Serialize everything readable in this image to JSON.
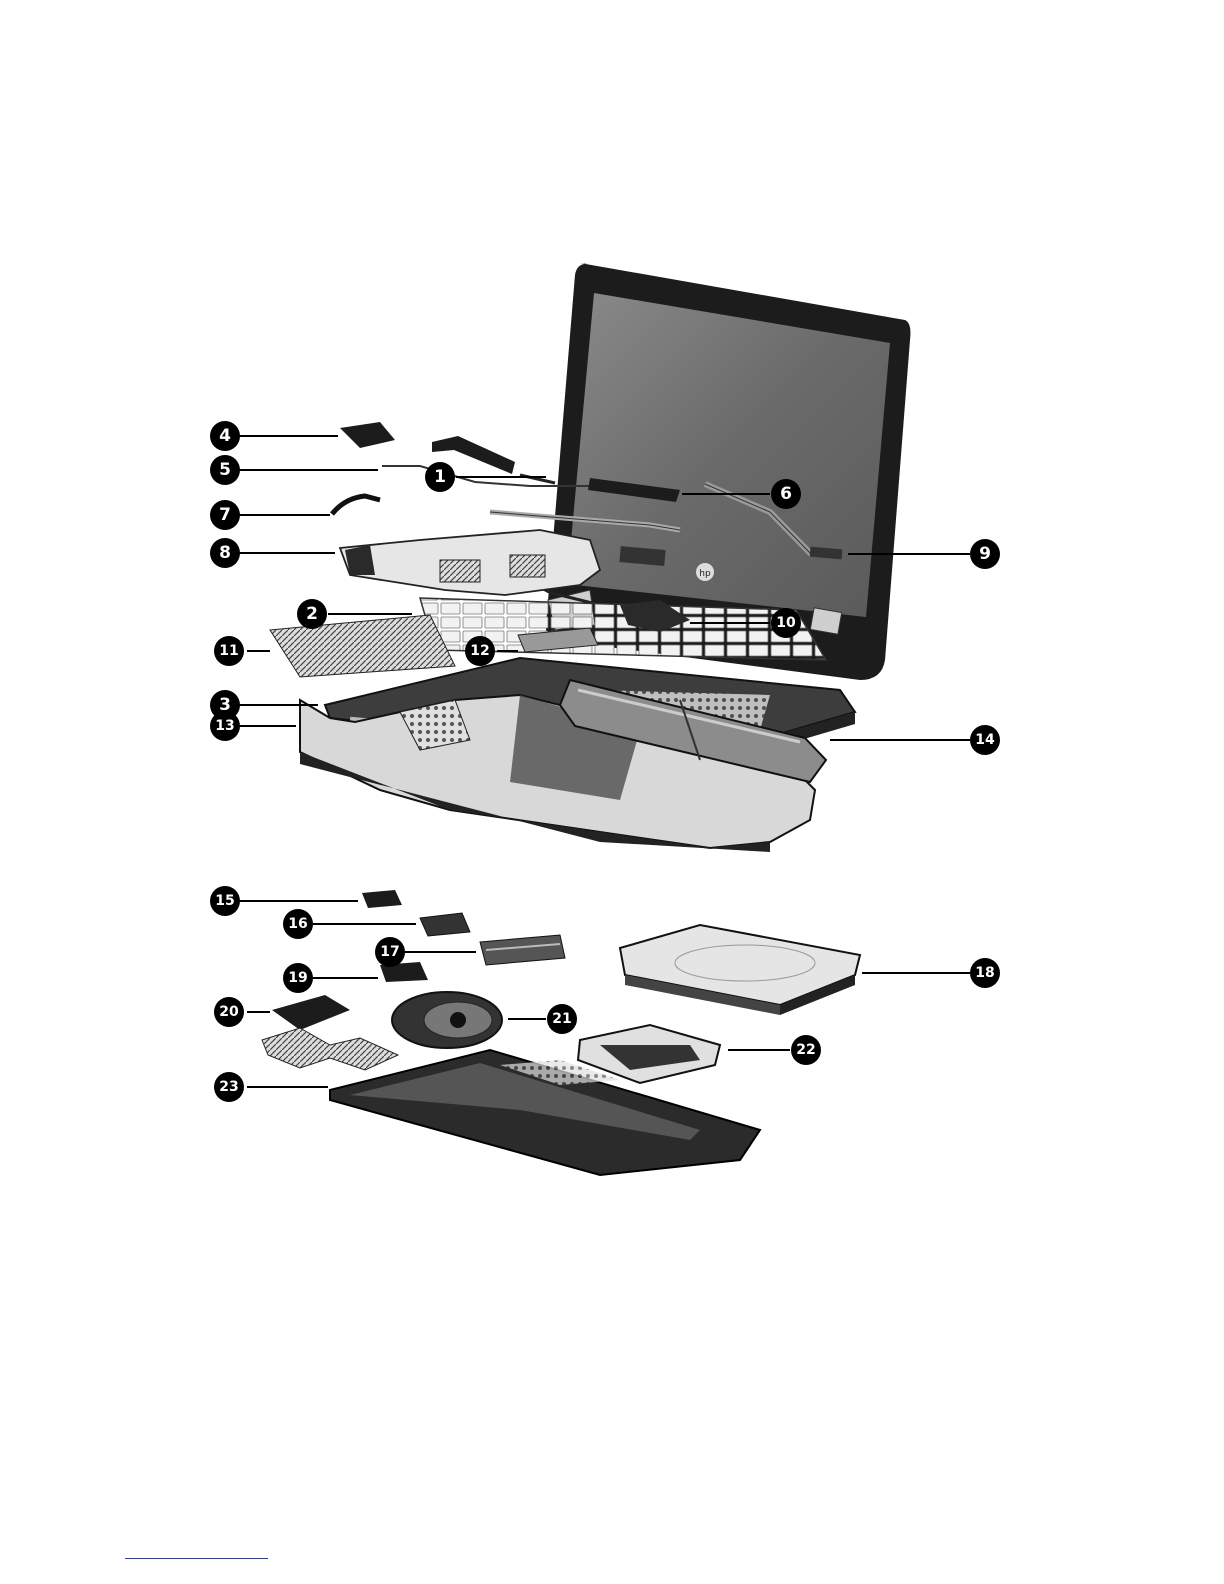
{
  "callouts": [
    {
      "number": "1"
    },
    {
      "number": "2"
    },
    {
      "number": "3"
    },
    {
      "number": "4"
    },
    {
      "number": "5"
    },
    {
      "number": "6"
    },
    {
      "number": "7"
    },
    {
      "number": "8"
    },
    {
      "number": "9"
    },
    {
      "number": "10"
    },
    {
      "number": "11"
    },
    {
      "number": "12"
    },
    {
      "number": "13"
    },
    {
      "number": "14"
    },
    {
      "number": "15"
    },
    {
      "number": "16"
    },
    {
      "number": "17"
    },
    {
      "number": "18"
    },
    {
      "number": "19"
    },
    {
      "number": "20"
    },
    {
      "number": "21"
    },
    {
      "number": "22"
    },
    {
      "number": "23"
    }
  ],
  "colors": {
    "component_dark": "#1c1c1c",
    "component_mid": "#4a4a4a",
    "component_light": "#d9d9d9",
    "screen": "#6e6e6e",
    "callout_fill": "#000000",
    "footnote_rule": "#1a3fbf"
  },
  "icons": {
    "display_logo": "hp-logo-icon"
  }
}
